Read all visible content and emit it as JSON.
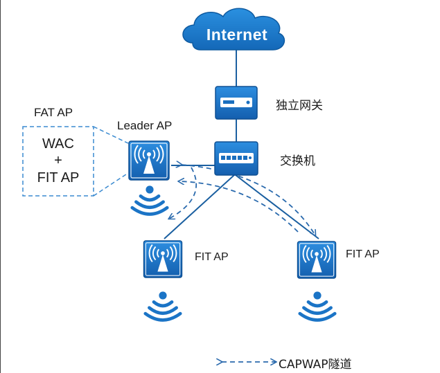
{
  "cloud": {
    "label": "Internet"
  },
  "gateway": {
    "label": "独立网关"
  },
  "switch": {
    "label": "交换机"
  },
  "fat_ap": {
    "title": "FAT AP",
    "lines": [
      "WAC",
      "+",
      "FIT AP"
    ]
  },
  "leader_ap": {
    "label": "Leader AP"
  },
  "fit_ap_left": {
    "label": "FIT AP"
  },
  "fit_ap_right": {
    "label": "FIT AP"
  },
  "legend": {
    "label": "CAPWAP隧道"
  },
  "colors": {
    "primary": "#1877c8",
    "dark": "#0f5fa6",
    "line": "#1a5fa0",
    "dashed": "#2a6aad",
    "text": "#1a1a1a"
  },
  "icons": [
    "cloud-icon",
    "gateway-device-icon",
    "switch-device-icon",
    "access-point-icon",
    "wifi-signal-icon"
  ]
}
